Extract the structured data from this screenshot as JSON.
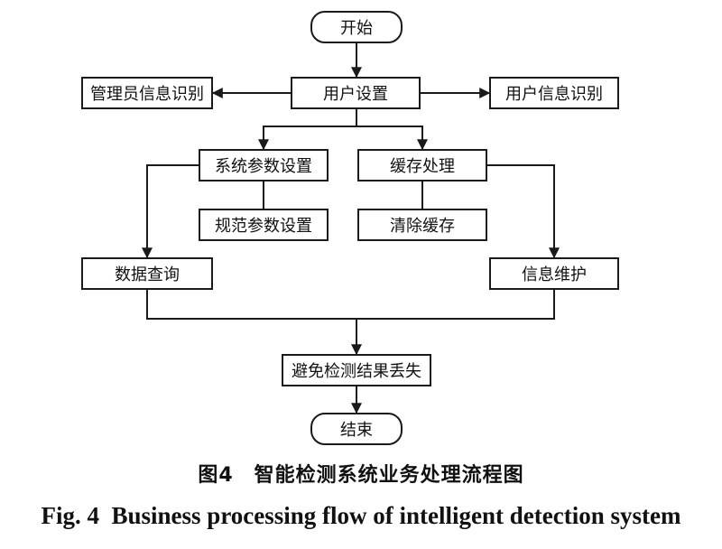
{
  "nodes": {
    "start": "开始",
    "user_settings": "用户设置",
    "admin_identify": "管理员信息识别",
    "user_identify": "用户信息识别",
    "system_params": "系统参数设置",
    "cache_processing": "缓存处理",
    "standard_params": "规范参数设置",
    "clear_cache": "清除缓存",
    "data_query": "数据查询",
    "info_maintenance": "信息维护",
    "avoid_loss": "避免检测结果丢失",
    "end": "结束"
  },
  "caption": {
    "figure_label_cn": "图4",
    "title_cn": "智能检测系统业务处理流程图",
    "figure_label_en": "Fig. 4",
    "title_en": "Business processing flow of intelligent detection system"
  },
  "edges": [
    {
      "from": "start",
      "to": "user_settings",
      "arrow": true
    },
    {
      "from": "user_settings",
      "to": "admin_identify",
      "arrow": true
    },
    {
      "from": "user_settings",
      "to": "user_identify",
      "arrow": true
    },
    {
      "from": "user_settings",
      "to": "system_params",
      "arrow": true
    },
    {
      "from": "user_settings",
      "to": "cache_processing",
      "arrow": true
    },
    {
      "from": "system_params",
      "to": "standard_params",
      "arrow": false
    },
    {
      "from": "cache_processing",
      "to": "clear_cache",
      "arrow": false
    },
    {
      "from": "system_params",
      "to": "data_query",
      "arrow": true
    },
    {
      "from": "cache_processing",
      "to": "info_maintenance",
      "arrow": true
    },
    {
      "from": "data_query",
      "to": "avoid_loss",
      "arrow": true
    },
    {
      "from": "info_maintenance",
      "to": "avoid_loss",
      "arrow": true
    },
    {
      "from": "avoid_loss",
      "to": "end",
      "arrow": true
    }
  ],
  "colors": {
    "line": "#1a1a1a",
    "background": "#ffffff"
  }
}
